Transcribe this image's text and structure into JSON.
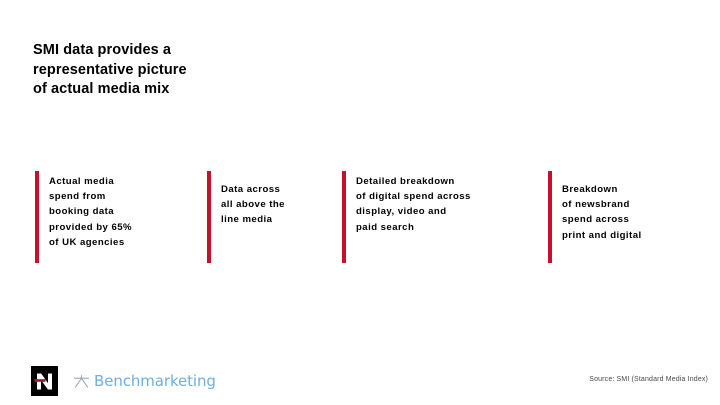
{
  "slide": {
    "background_color": "#FFFFFF",
    "accent_color": "#C8102E",
    "heading": "SMI data provides a\nrepresentative picture\nof actual media mix"
  },
  "columns": [
    {
      "id": "actual-media-spend",
      "text": "Actual media\nspend from\nbooking data\nprovided by 65%\nof UK agencies",
      "bar_color": "#C8102E"
    },
    {
      "id": "data-across-atl",
      "text": "Data across\nall above the\nline media",
      "bar_color": "#C8102E"
    },
    {
      "id": "digital-breakdown",
      "text": "Detailed breakdown\nof digital spend across\ndisplay, video and\npaid search",
      "bar_color": "#C8102E"
    },
    {
      "id": "newsbrand-breakdown",
      "text": "Breakdown\nof newsbrand\nspend across\nprint and digital",
      "bar_color": "#C8102E"
    }
  ],
  "footer": {
    "newsworks_logo_letter": "N",
    "newsworks_logo_color": "#000000",
    "benchmarketing_wordmark": "Benchmarketing",
    "benchmarketing_color": "#6FAEDD",
    "source": "Source: SMI (Standard Media Index)"
  }
}
